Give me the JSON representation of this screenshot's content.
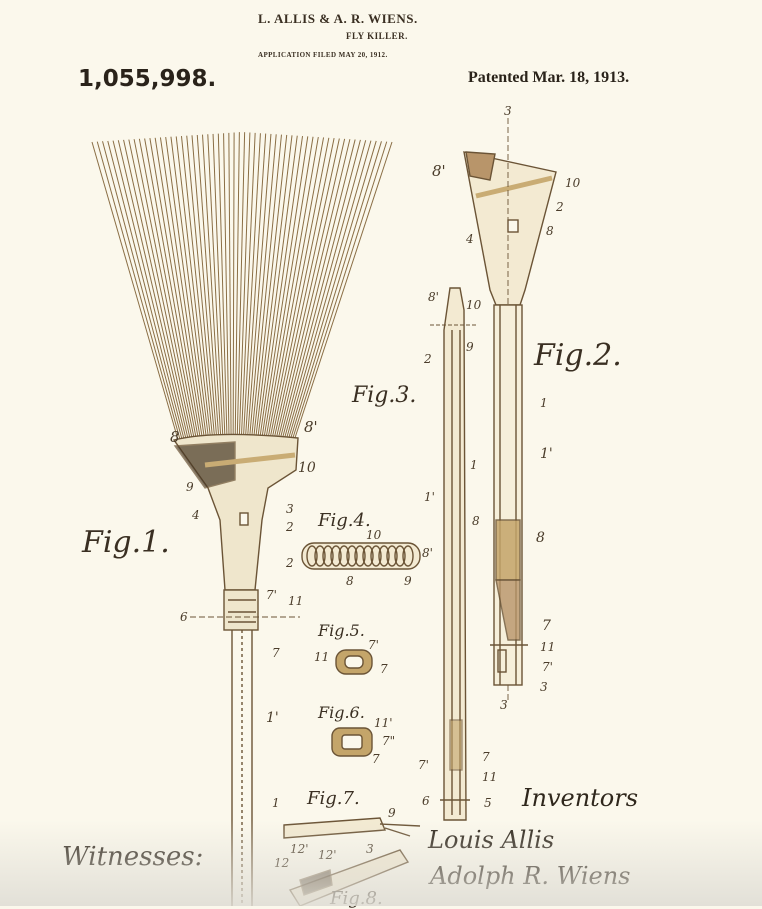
{
  "header": {
    "inventors": "L. ALLIS & A. R. WIENS.",
    "title": "FLY KILLER.",
    "filed": "APPLICATION FILED MAY 20, 1912.",
    "patent_number": "1,055,998.",
    "patented": "Patented Mar. 18, 1913."
  },
  "figures": {
    "fig1": "Fig.1.",
    "fig2": "Fig.2.",
    "fig3": "Fig.3.",
    "fig4": "Fig.4.",
    "fig5": "Fig.5.",
    "fig6": "Fig.6.",
    "fig7": "Fig.7.",
    "fig8": "Fig.8."
  },
  "refs": {
    "r8p_a": "8'",
    "r8_a": "8",
    "r10_a": "10",
    "r2_a": "2",
    "r4_a": "4",
    "r3_a": "3",
    "r8p_b": "8'",
    "r9_b": "9",
    "r10_b": "10",
    "r1_b": "1",
    "r1p_b": "1'",
    "r8_b": "8",
    "r7_b": "7",
    "r11_b": "11",
    "r7p_b": "7'",
    "r3_b": "3",
    "r8p_c": "8'",
    "r10_c": "10",
    "r2_c": "2",
    "r9_c": "9",
    "r1_c": "1",
    "r1p_c": "1'",
    "r8_c": "8",
    "r7_c": "7",
    "r11_c": "11",
    "r7p_c": "7'",
    "r6_c": "6",
    "r5_c": "5",
    "r8p_d": "8'",
    "r8_d": "8",
    "r10_d": "10",
    "r9_d": "9",
    "r4_d": "4",
    "r3_d": "3",
    "r2_d": "2",
    "r7p_d": "7'",
    "r11_d": "11",
    "r6_d": "6",
    "r7_d": "7",
    "r1p_d": "1'",
    "r10_e": "10",
    "r2_e": "2",
    "r8p_e": "8'",
    "r8_e": "8",
    "r9_e": "9",
    "r7p_f": "7'",
    "r11_f": "11",
    "r7_f": "7",
    "r11p_g": "11'",
    "r7pp_g": "7\"",
    "r7_g": "7",
    "r9_h": "9",
    "r12_h": "12",
    "r12p_h": "12'",
    "r3_h": "3",
    "r1_h": "1"
  },
  "signatures": {
    "witnesses": "Witnesses:",
    "inventors": "Inventors",
    "inventor1": "Louis Allis",
    "inventor2": "Adolph R. Wiens"
  },
  "colors": {
    "paper": "#fbf8ec",
    "ink": "#3a2f22",
    "line": "#6b5436",
    "fan": "#8a6e45",
    "shade": "#c4a56a"
  }
}
